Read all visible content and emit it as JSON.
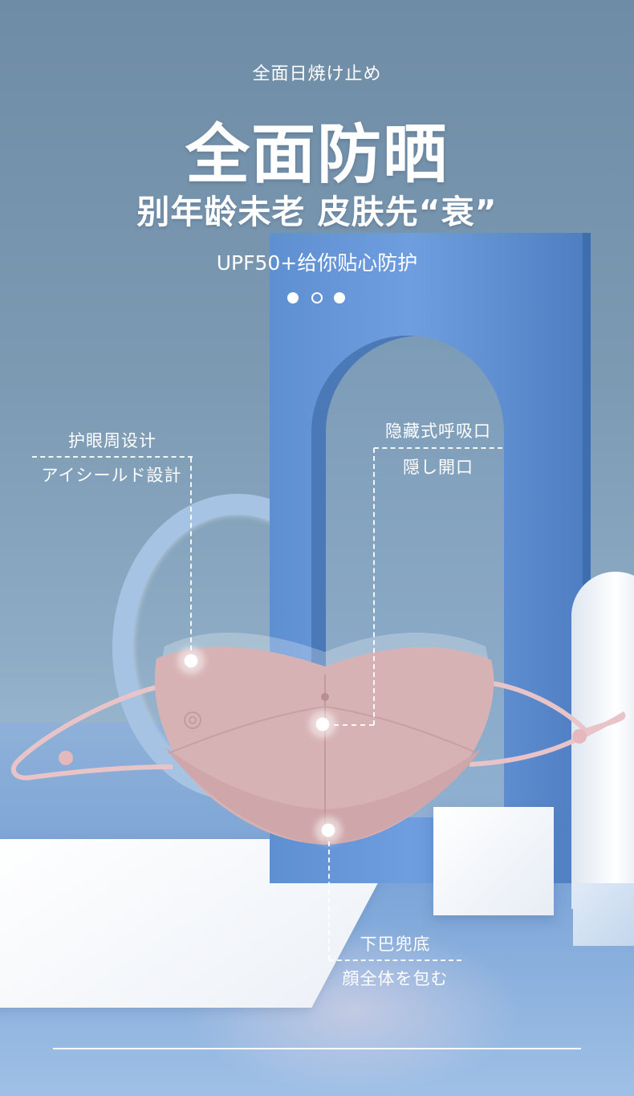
{
  "hero": {
    "eyebrow": "全面日焼け止め",
    "headline": "全面防晒",
    "subhead": "别年龄未老 皮肤先“衰”",
    "tagline": "UPF50+给你贴心防护"
  },
  "carousel": {
    "slides": 3,
    "active_index": 1
  },
  "features": {
    "eye_shield": {
      "zh": "护眼周设计",
      "ja": "アイシールド設計"
    },
    "breathing": {
      "zh": "隐藏式呼吸口",
      "ja": "隠し開口"
    },
    "chin": {
      "zh": "下巴兜底",
      "ja": "顔全体を包む"
    }
  },
  "colors": {
    "mask_pink": "#d7b2b4",
    "panel_blue": "#5e8fd0",
    "background": "#7d9ab3",
    "text": "#ffffff"
  },
  "icons": [
    "flower-emblem-icon",
    "hotspot-icon"
  ]
}
